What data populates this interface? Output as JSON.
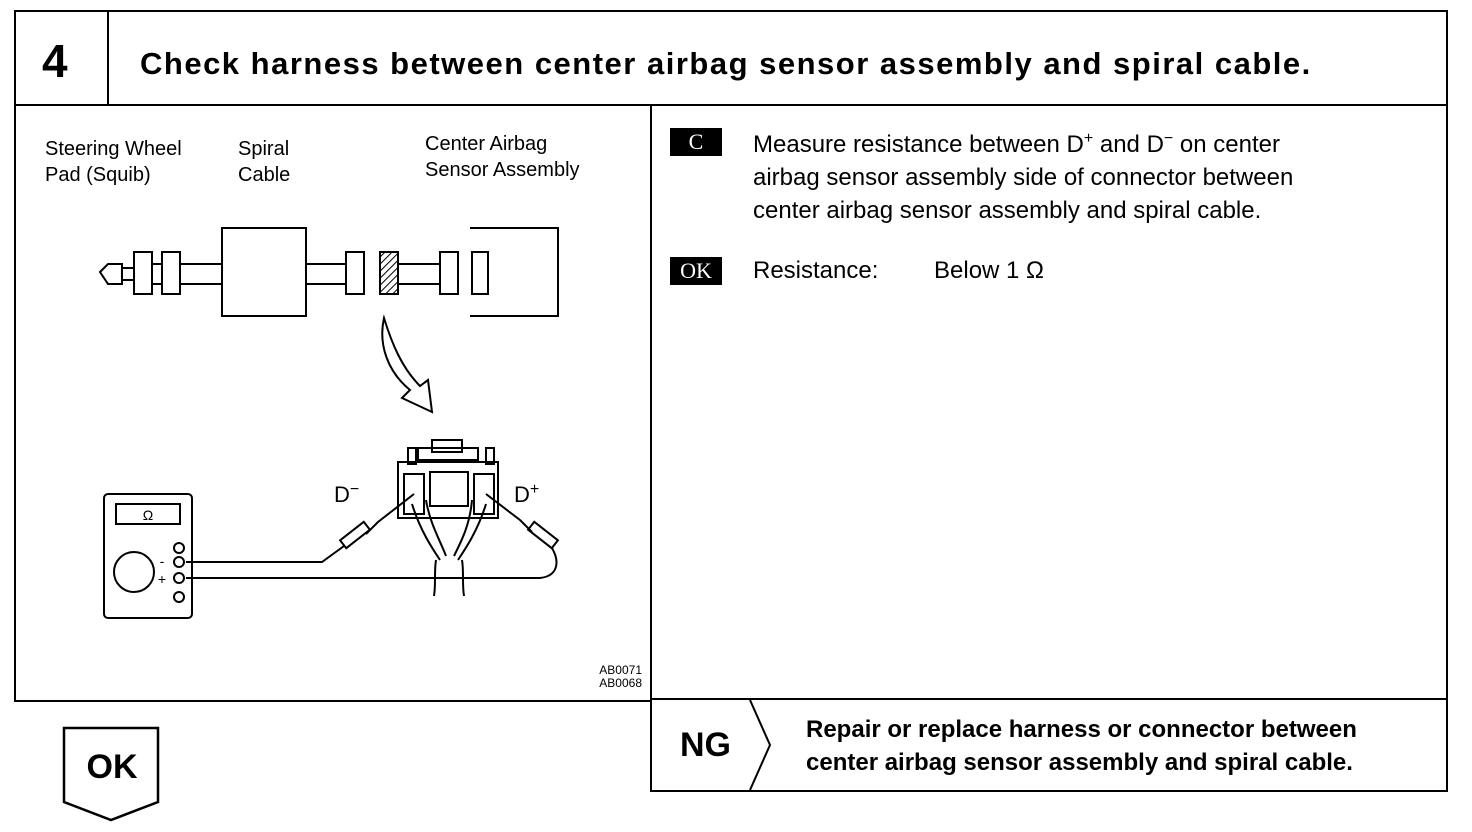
{
  "step": {
    "number": "4",
    "title": "Check harness between center airbag sensor assembly and spiral cable."
  },
  "diagram": {
    "labels": {
      "steering_wheel_pad": [
        "Steering Wheel",
        "Pad (Squib)"
      ],
      "spiral_cable": [
        "Spiral",
        "Cable"
      ],
      "center_airbag_sensor": [
        "Center Airbag",
        "Sensor Assembly"
      ]
    },
    "terminals": {
      "d_minus": "D",
      "d_plus": "D",
      "minus_sup": "−",
      "plus_sup": "+"
    },
    "meter": {
      "display": "Ω",
      "minus": "-",
      "plus": "+"
    },
    "figure_codes": [
      "AB0071",
      "AB0068"
    ]
  },
  "instruction": {
    "badge": "C",
    "line1_pre": "Measure resistance between D",
    "sup_plus": "+",
    "line1_mid": " and D",
    "sup_minus": "−",
    "line1_post": " on center",
    "line2": "airbag sensor assembly side of connector between",
    "line3": "center airbag sensor assembly and spiral cable."
  },
  "spec": {
    "badge": "OK",
    "label": "Resistance:",
    "value": "Below 1 Ω"
  },
  "ng": {
    "label": "NG",
    "lines": [
      "Repair or replace harness or connector between",
      "center airbag sensor assembly and spiral cable."
    ]
  },
  "ok_flow": {
    "label": "OK"
  }
}
